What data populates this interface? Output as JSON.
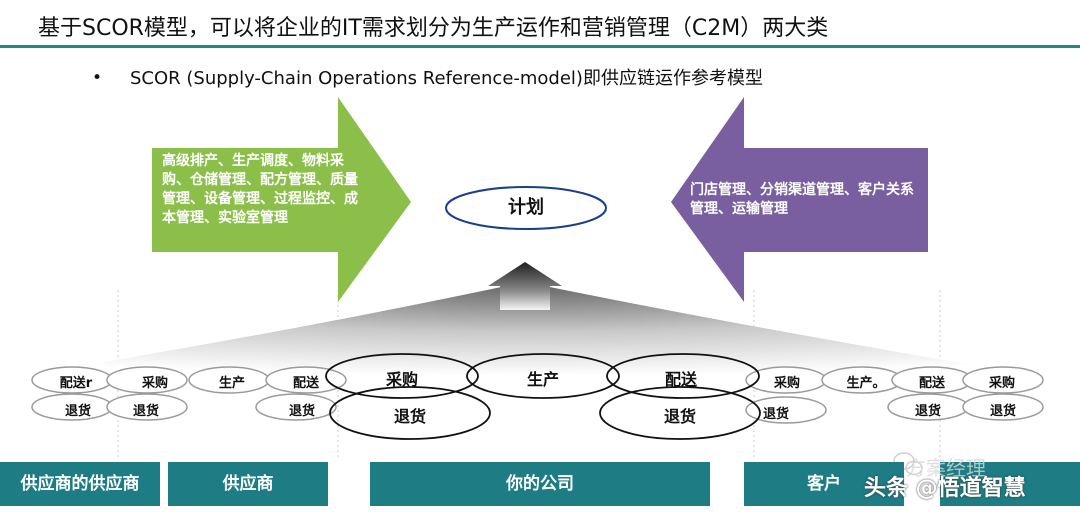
{
  "header": {
    "title": "基于SCOR模型，可以将企业的IT需求划分为生产运作和营销管理（C2M）两大类"
  },
  "bullet": {
    "marker": "•",
    "text": "SCOR (Supply-Chain Operations Reference-model)即供应链运作参考模型"
  },
  "left_arrow": {
    "text": "高级排产、生产调度、物料采购、仓储管理、配方管理、质量管理、设备管理、过程监控、成本管理、实验室管理",
    "color": "#8bbf4a"
  },
  "right_arrow": {
    "text": "门店管理、分销渠道管理、客户关系管理、运输管理",
    "color": "#7a5fa0"
  },
  "plan": {
    "label": "计划"
  },
  "nodes_small": {
    "n1": "配送r",
    "n2": "采购",
    "n3": "生产",
    "n4": "配送",
    "n5": "退货",
    "n6": "退货",
    "n7": "退货",
    "n8": "采购",
    "n9": "生产。",
    "n10": "配送",
    "n11": "采购",
    "n12": "退货",
    "n13": "退货",
    "n14": "退货"
  },
  "nodes_big": {
    "purchase": "采购",
    "produce": "生产",
    "deliver": "配送",
    "return_left": "退货",
    "return_right": "退货"
  },
  "bars": {
    "supplier_of_supplier": "供应商的供应商",
    "supplier": "供应商",
    "your_company": "你的公司",
    "customer": "客户"
  },
  "watermark": {
    "main": "头条 @悟道智慧",
    "faint": "方案经理"
  },
  "colors": {
    "teal": "#1d7c84",
    "title_rule": "#1d8a8e",
    "plan_ellipse": "#1a3f8c"
  }
}
